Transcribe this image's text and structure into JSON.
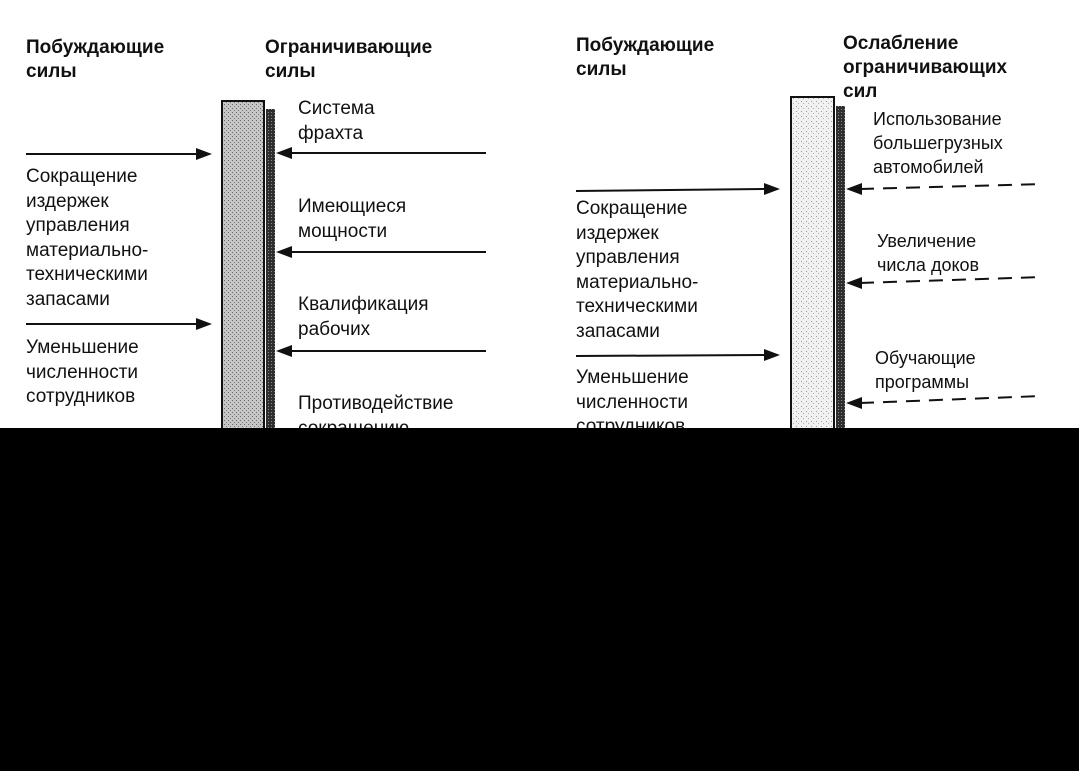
{
  "colors": {
    "background": "#ffffff",
    "ink": "#111111",
    "redaction": "#000000",
    "bar_left_fill": "#b9b9b9",
    "bar_right_fill": "#e2e2e2",
    "bar_edge_fill": "#3a3a3a"
  },
  "left_panel": {
    "driving_header": "Побуждающие\nсилы",
    "restraining_header": "Ограничивающие\nсилы",
    "driving_forces": [
      "Сокращение\nиздержек\nуправления\nматериально-\nтехническими\nзапасами",
      "Уменьшение\nчисленности\nсотрудников"
    ],
    "restraining_forces": [
      "Система\nфрахта",
      "Имеющиеся\nмощности",
      "Квалификация\nрабочих",
      "Противодействие\nсокращению"
    ]
  },
  "right_panel": {
    "driving_header": "Побуждающие\nсилы",
    "weakening_header": "Ослабление\nограничивающих\nсил",
    "driving_forces": [
      "Сокращение\nиздержек\nуправления\nматериально-\nтехническими\nзапасами",
      "Уменьшение\nчисленности\nсотрудников"
    ],
    "weakening_forces": [
      "Использование\nбольшегрузных\nавтомобилей",
      "Увеличение\nчисла доков",
      "Обучающие\nпрограммы"
    ]
  }
}
